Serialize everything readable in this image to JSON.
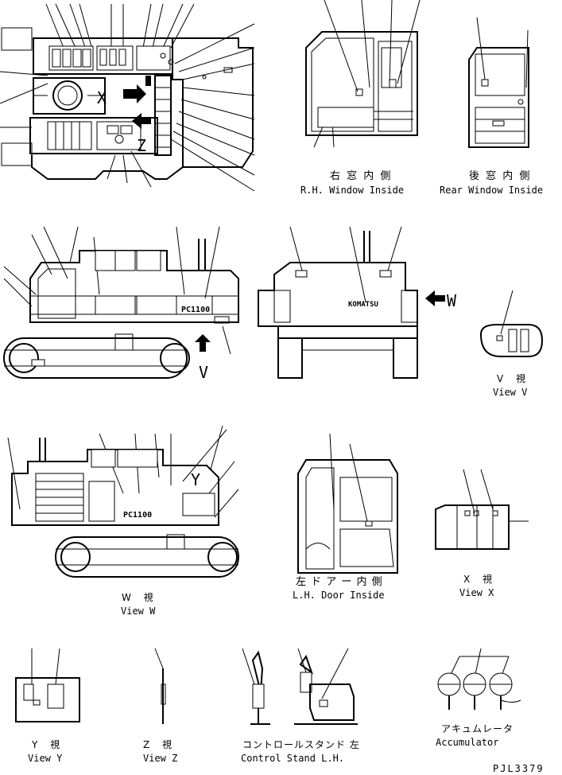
{
  "views": {
    "x_mark": "X",
    "y_mark": "Y",
    "z_mark": "Z",
    "v_mark": "V",
    "w_mark": "W",
    "rh_window": {
      "jp": "右 窓 内 側",
      "en": "R.H. Window Inside"
    },
    "rear_window": {
      "jp": "後 窓 内 側",
      "en": "Rear Window Inside"
    },
    "view_v": {
      "jp": "V 視",
      "en": "View V"
    },
    "view_w": {
      "jp": "W 視",
      "en": "View W"
    },
    "lh_door": {
      "jp": "左 ド ア ー 内 側",
      "en": "L.H. Door Inside"
    },
    "view_x": {
      "jp": "X 視",
      "en": "View X"
    },
    "view_y": {
      "jp": "Y 視",
      "en": "View Y"
    },
    "view_z": {
      "jp": "Z 視",
      "en": "View Z"
    },
    "control_stand": {
      "jp": "コントロールスタンド 左",
      "en": "Control Stand L.H."
    },
    "accumulator": {
      "jp": "アキュムレータ",
      "en": "Accumulator"
    }
  },
  "brand_text": "KOMATSU",
  "model_text": "PC1100",
  "drawing_no": "PJL3379"
}
